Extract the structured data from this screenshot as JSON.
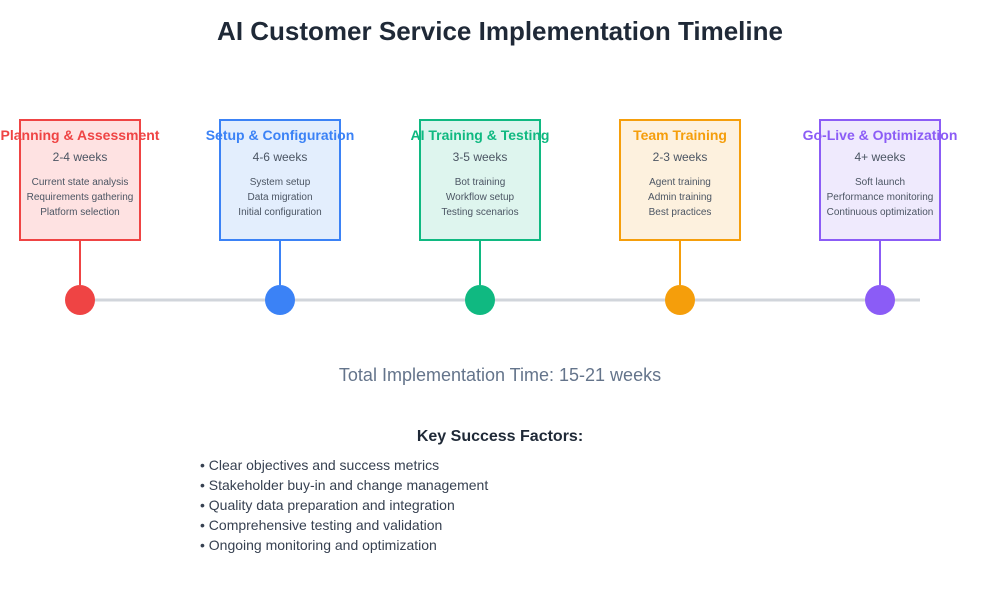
{
  "title": "AI Customer Service Implementation Timeline",
  "phases": [
    {
      "name": "Planning & Assessment",
      "duration": "2-4 weeks",
      "tasks": [
        "Current state analysis",
        "Requirements gathering",
        "Platform selection"
      ],
      "color": "#ef4444",
      "fill": "#fee2e2"
    },
    {
      "name": "Setup & Configuration",
      "duration": "4-6 weeks",
      "tasks": [
        "System setup",
        "Data migration",
        "Initial configuration"
      ],
      "color": "#3b82f6",
      "fill": "#e3eefd"
    },
    {
      "name": "AI Training & Testing",
      "duration": "3-5 weeks",
      "tasks": [
        "Bot training",
        "Workflow setup",
        "Testing scenarios"
      ],
      "color": "#10b981",
      "fill": "#def5ee"
    },
    {
      "name": "Team Training",
      "duration": "2-3 weeks",
      "tasks": [
        "Agent training",
        "Admin training",
        "Best practices"
      ],
      "color": "#f59e0b",
      "fill": "#fdf1de"
    },
    {
      "name": "Go-Live & Optimization",
      "duration": "4+ weeks",
      "tasks": [
        "Soft launch",
        "Performance monitoring",
        "Continuous optimization"
      ],
      "color": "#8b5cf6",
      "fill": "#efeafd"
    }
  ],
  "total": "Total Implementation Time: 15-21 weeks",
  "factors_title": "Key Success Factors:",
  "factors": [
    "• Clear objectives and success metrics",
    "• Stakeholder buy-in and change management",
    "• Quality data preparation and integration",
    "• Comprehensive testing and validation",
    "• Ongoing monitoring and optimization"
  ]
}
